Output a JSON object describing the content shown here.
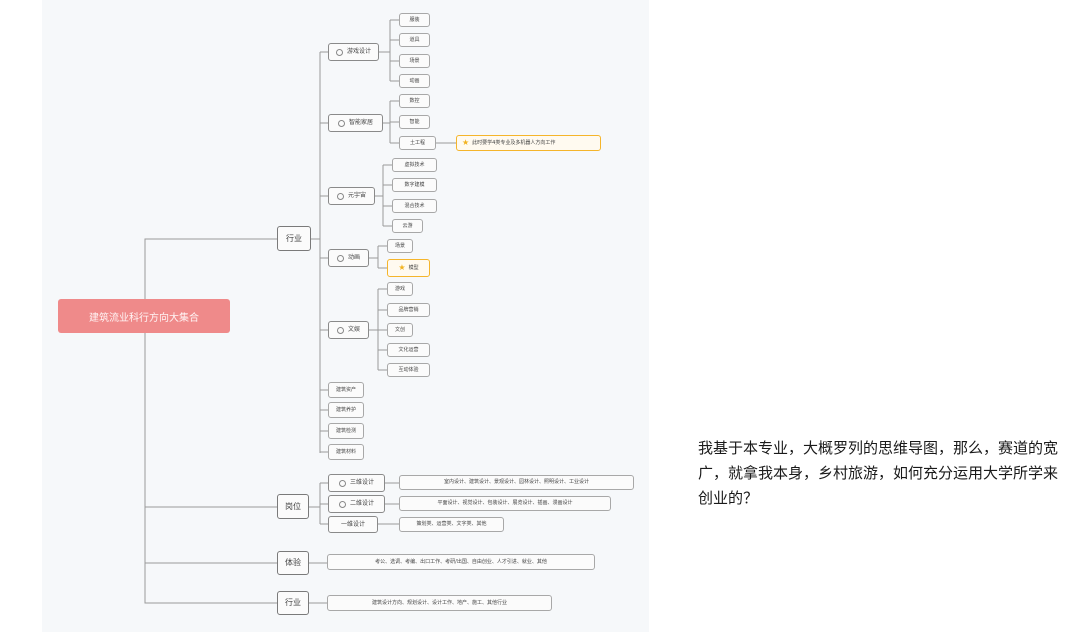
{
  "mindmap": {
    "root": {
      "label": "建筑流业科行方向大集合"
    },
    "branches": [
      {
        "label": "行业",
        "children": [
          {
            "label": "游戏设计",
            "leaves": [
              "服装",
              "道具",
              "场景",
              "动画"
            ]
          },
          {
            "label": "智能家居",
            "leaves": [
              "数控",
              "智能",
              "土工程"
            ],
            "note": "此时要学4类专业及多机器人方向工作"
          },
          {
            "label": "元宇宙",
            "leaves": [
              "虚拟技术",
              "数字建模",
              "混合技术",
              "云游"
            ]
          },
          {
            "label": "动画",
            "leaves": [
              "场景",
              "模型"
            ],
            "highlight_leaf": 1
          },
          {
            "label": "文娱",
            "leaves": [
              "游戏",
              "品牌营销",
              "文创",
              "文化运营",
              "互动体验"
            ]
          },
          {
            "label": "建筑资产"
          },
          {
            "label": "建筑养护"
          },
          {
            "label": "建筑检测"
          },
          {
            "label": "建筑材料"
          }
        ]
      },
      {
        "label": "岗位",
        "children": [
          {
            "label": "三维设计",
            "leaves": [
              "室内设计、建筑设计、景观设计、园林设计、照明设计、工业设计"
            ]
          },
          {
            "label": "二维设计",
            "leaves": [
              "平面设计、视觉设计、包装设计、展览设计、插画、漫画设计"
            ]
          },
          {
            "label": "一维设计",
            "leaves": [
              "策划类、运营类、文字类、其他"
            ]
          }
        ]
      },
      {
        "label": "体验",
        "leaves": [
          "考公、选调、考编、出口工作、考研/出国、自由创业、人才引进、就业、其他"
        ]
      },
      {
        "label": "行业",
        "leaves": [
          "建筑设计方向、规划设计、设计工作、地产、施工、其他行业"
        ]
      }
    ]
  },
  "question": {
    "text": "我基于本专业，大概罗列的思维导图，那么，赛道的宽广，就拿我本身，乡村旅游，如何充分运用大学所学来创业的？"
  }
}
